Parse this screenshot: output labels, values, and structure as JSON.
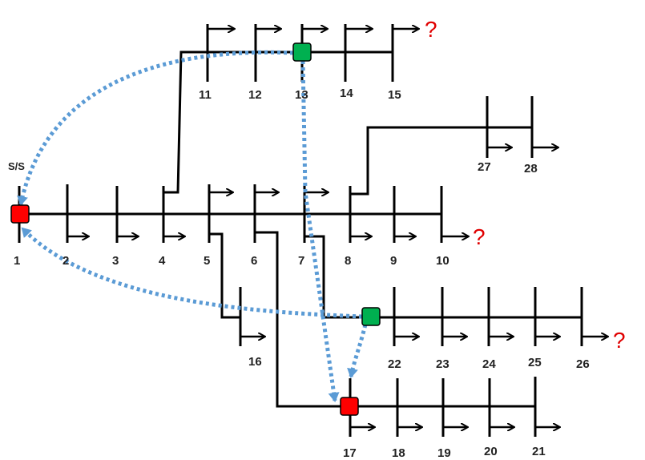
{
  "substation_label": "S/S",
  "bus_labels": {
    "b1": "1",
    "b2": "2",
    "b3": "3",
    "b4": "4",
    "b5": "5",
    "b6": "6",
    "b7": "7",
    "b8": "8",
    "b9": "9",
    "b10": "10",
    "b11": "11",
    "b12": "12",
    "b13": "13",
    "b14": "14",
    "b15": "15",
    "b16": "16",
    "b17": "17",
    "b18": "18",
    "b19": "19",
    "b20": "20",
    "b21": "21",
    "b22": "22",
    "b23": "23",
    "b24": "24",
    "b25": "25",
    "b26": "26",
    "b27": "27",
    "b28": "28"
  },
  "uncertainty_marks": {
    "feeder_top": "?",
    "feeder_main": "?",
    "feeder_lateral": "?"
  },
  "colors": {
    "line": "#000000",
    "switch_open": "#ff0000",
    "switch_closed": "#00b050",
    "reconfig_path": "#5b9bd5",
    "question": "#e00000"
  }
}
